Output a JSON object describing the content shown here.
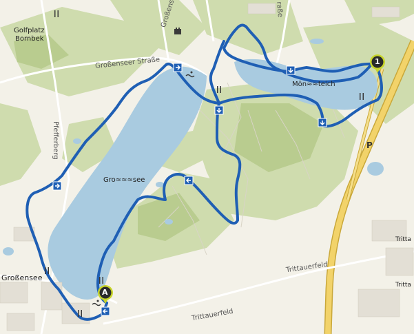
{
  "labels": {
    "golfplatz": "Golfplatz",
    "bornbek": "Bornbek",
    "grossensee_strasse": "Großenseer Straße",
    "grossensee_road_top": "Großensee",
    "strasse_top_right": "raße",
    "moenchteich": "Mön≈≈teich",
    "grossensee_lake": "Gro≈≈≈see",
    "pfefferberg": "Pfefferberg",
    "grossensee_town": "Großensee",
    "trittauerfeld_1": "Trittauerfeld",
    "trittauerfeld_2": "Trittauerfeld",
    "tritta_right_1": "Tritta",
    "tritta_right_2": "Tritta",
    "parking": "P",
    "marker_start": "A",
    "marker_one": "1"
  },
  "colors": {
    "route": "#1f5fb4",
    "water": "#a9cbe0",
    "forest": "#cfdcae",
    "land": "#f3f1e8",
    "highway": "#f2d36a",
    "marker_start_fill": "#2a2a2a",
    "marker_start_ring": "#c8d52a",
    "marker_one_ring": "#c8d52a"
  },
  "icons": [
    "restaurant-icon",
    "castle-icon",
    "swimming-icon",
    "arrow-right-icon",
    "arrow-down-icon",
    "arrow-left-icon",
    "parking-icon",
    "map-marker-icon"
  ]
}
